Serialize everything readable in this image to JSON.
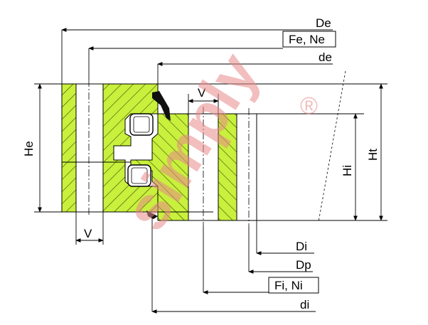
{
  "dimensions": {
    "De": "De",
    "Fe_Ne": "Fe, Ne",
    "de": "de",
    "V_top": "V",
    "He": "He",
    "Hi": "Hi",
    "Ht": "Ht",
    "V_bottom": "V",
    "Di": "Di",
    "Dp": "Dp",
    "Fi_Ni": "Fi, Ni",
    "di": "di"
  },
  "watermark": {
    "text": "simply",
    "mark": "®"
  },
  "colors": {
    "fill": "#c8f03c",
    "line": "#000000",
    "watermark": "#e88a8a"
  }
}
